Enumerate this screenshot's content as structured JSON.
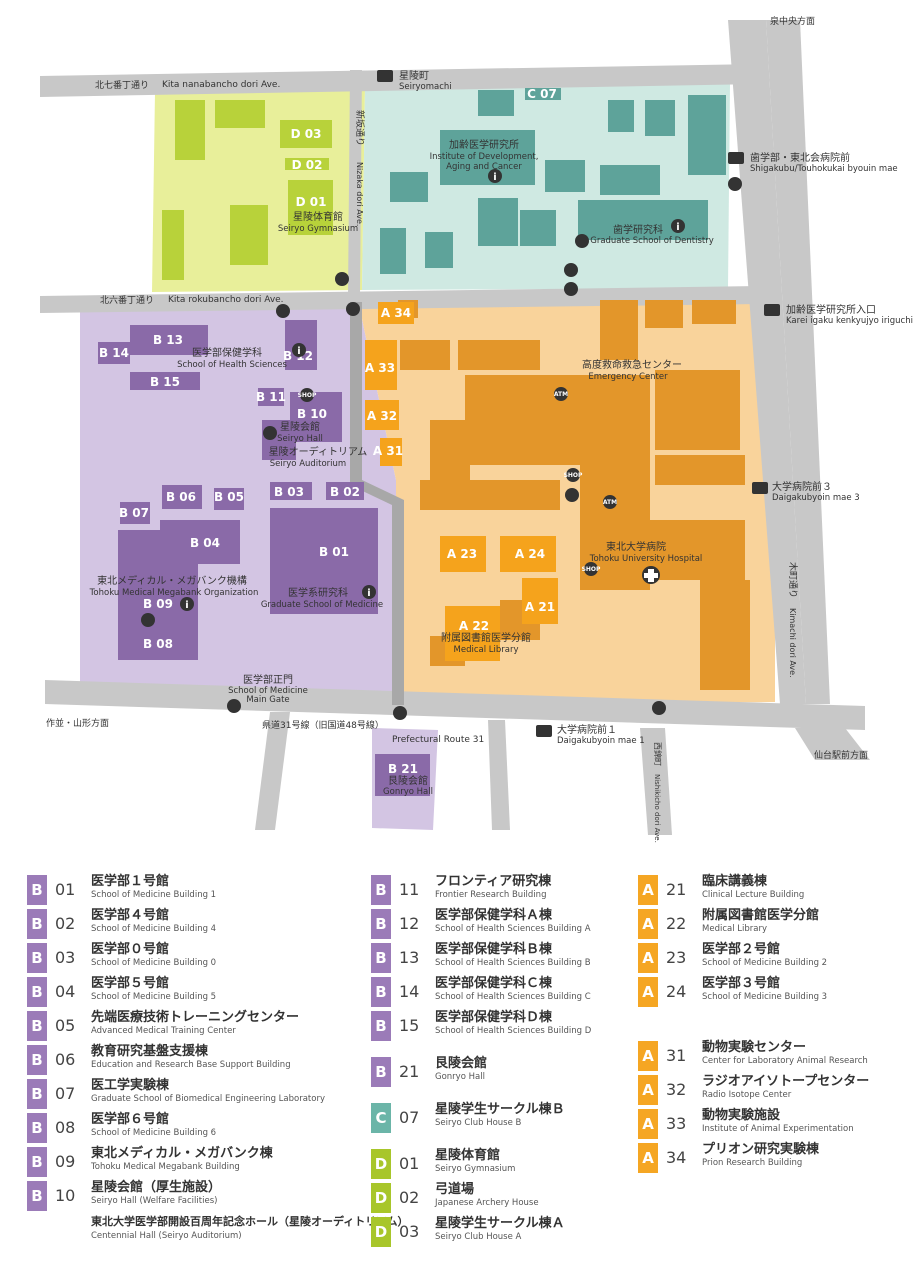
{
  "colors": {
    "A": "#f5a623",
    "B": "#9b7bb8",
    "C": "#6bb5a8",
    "D": "#a8c62a",
    "zone_A": "#f9d39b",
    "zone_B": "#d3c5e3",
    "zone_C": "#cfe9e2",
    "zone_D": "#e8ef9a",
    "bld_A": "#e3962a",
    "bld_A2": "#f5a31c",
    "bld_B": "#8a6aa8",
    "bld_C": "#5ea39a",
    "bld_D": "#b8d23a",
    "road": "#c8c8c8",
    "text_dark": "#333333"
  },
  "map": {
    "directions": {
      "north": "泉中央方面",
      "southwest": "作並・山形方面",
      "southeast": "仙台駅前方面"
    },
    "roads": {
      "kita7_jp": "北七番丁通り",
      "kita7_en": "Kita nanabancho dori Ave.",
      "kita6_jp": "北六番丁通り",
      "kita6_en": "Kita rokubancho dori Ave.",
      "nizaka_jp": "新坂通り",
      "nizaka_en": "Nizaka dori Ave.",
      "kimachi_jp": "木町通り",
      "kimachi_en": "Kimachi dori Ave.",
      "route31_jp": "県道31号線（旧国道48号線）",
      "route31_en": "Prefectural Route 31",
      "nishikicho_jp": "西錦町",
      "nishikicho_en": "Nishikicho dori Ave."
    },
    "bus_stops": [
      {
        "jp": "星陵町",
        "en": "Seiryomachi"
      },
      {
        "jp": "歯学部・東北会病院前",
        "en": "Shigakubu/Touhokukai byouin mae"
      },
      {
        "jp": "加齢医学研究所入口",
        "en": "Karei igaku kenkyujyo iriguchi"
      },
      {
        "jp": "大学病院前３",
        "en": "Daigakubyoin mae 3"
      },
      {
        "jp": "大学病院前１",
        "en": "Daigakubyoin mae 1"
      }
    ],
    "facilities": {
      "idac_jp": "加齢医学研究所",
      "idac_en1": "Institute of Development,",
      "idac_en2": "Aging and Cancer",
      "dent_jp": "歯学研究科",
      "dent_en": "Graduate School of Dentistry",
      "gym_jp": "星陵体育館",
      "gym_en": "Seiryo Gymnasium",
      "health_jp": "医学部保健学科",
      "health_en": "School of Health Sciences",
      "hall_jp": "星陵会館",
      "hall_en": "Seiryo Hall",
      "aud_jp": "星陵オーディトリアム",
      "aud_en": "Seiryo Auditorium",
      "tmm_jp": "東北メディカル・メガバンク機構",
      "tmm_en": "Tohoku Medical Megabank Organization",
      "med_jp": "医学系研究科",
      "med_en": "Graduate School of Medicine",
      "gate_jp": "医学部正門",
      "gate_en1": "School of Medicine",
      "gate_en2": "Main Gate",
      "er_jp": "高度救命救急センター",
      "er_en": "Emergency Center",
      "hosp_jp": "東北大学病院",
      "hosp_en": "Tohoku University Hospital",
      "lib_jp": "附属図書館医学分館",
      "lib_en": "Medical Library",
      "gonryo_jp": "艮陵会館",
      "gonryo_en": "Gonryo Hall"
    },
    "labels": {
      "atm": "ATM",
      "shop": "SHOP",
      "info": "i",
      "A21": "A 21",
      "A22": "A 22",
      "A23": "A 23",
      "A24": "A 24",
      "A31": "A 31",
      "A32": "A 32",
      "A33": "A 33",
      "A34": "A 34",
      "B01": "B 01",
      "B02": "B 02",
      "B03": "B 03",
      "B04": "B 04",
      "B05": "B 05",
      "B06": "B 06",
      "B07": "B 07",
      "B08": "B 08",
      "B09": "B 09",
      "B10": "B 10",
      "B11": "B 11",
      "B12": "B 12",
      "B13": "B 13",
      "B14": "B 14",
      "B15": "B 15",
      "B21": "B 21",
      "C07": "C 07",
      "D01": "D 01",
      "D02": "D 02",
      "D03": "D 03"
    }
  },
  "legend": {
    "col1": [
      {
        "zone": "B",
        "num": "01",
        "jp": "医学部１号館",
        "en": "School of Medicine Building 1"
      },
      {
        "zone": "B",
        "num": "02",
        "jp": "医学部４号館",
        "en": "School of Medicine Building 4"
      },
      {
        "zone": "B",
        "num": "03",
        "jp": "医学部０号館",
        "en": "School of Medicine Building 0"
      },
      {
        "zone": "B",
        "num": "04",
        "jp": "医学部５号館",
        "en": "School of Medicine Building 5"
      },
      {
        "zone": "B",
        "num": "05",
        "jp": "先端医療技術トレーニングセンター",
        "en": "Advanced Medical Training Center"
      },
      {
        "zone": "B",
        "num": "06",
        "jp": "教育研究基盤支援棟",
        "en": "Education and Research Base Support Building"
      },
      {
        "zone": "B",
        "num": "07",
        "jp": "医工学実験棟",
        "en": "Graduate School of Biomedical Engineering Laboratory"
      },
      {
        "zone": "B",
        "num": "08",
        "jp": "医学部６号館",
        "en": "School of Medicine Building 6"
      },
      {
        "zone": "B",
        "num": "09",
        "jp": "東北メディカル・メガバンク棟",
        "en": "Tohoku Medical Megabank Building"
      },
      {
        "zone": "B",
        "num": "10",
        "jp": "星陵会館（厚生施設）",
        "en": "Seiryo Hall (Welfare Facilities)"
      }
    ],
    "col1_extra": {
      "jp": "東北大学医学部開設百周年記念ホール（星陵オーディトリアム）",
      "en": "Centennial Hall (Seiryo Auditorium)"
    },
    "col2_b": [
      {
        "zone": "B",
        "num": "11",
        "jp": "フロンティア研究棟",
        "en": "Frontier Research Building"
      },
      {
        "zone": "B",
        "num": "12",
        "jp": "医学部保健学科Ａ棟",
        "en": "School of Health Sciences Building A"
      },
      {
        "zone": "B",
        "num": "13",
        "jp": "医学部保健学科Ｂ棟",
        "en": "School of Health Sciences Building B"
      },
      {
        "zone": "B",
        "num": "14",
        "jp": "医学部保健学科Ｃ棟",
        "en": "School of Health Sciences Building C"
      },
      {
        "zone": "B",
        "num": "15",
        "jp": "医学部保健学科Ｄ棟",
        "en": "School of Health Sciences Building D"
      }
    ],
    "col2_b21": {
      "zone": "B",
      "num": "21",
      "jp": "艮陵会館",
      "en": "Gonryo Hall"
    },
    "col2_c": {
      "zone": "C",
      "num": "07",
      "jp": "星陵学生サークル棟Ｂ",
      "en": "Seiryo Club House B"
    },
    "col2_d": [
      {
        "zone": "D",
        "num": "01",
        "jp": "星陵体育館",
        "en": "Seiryo Gymnasium"
      },
      {
        "zone": "D",
        "num": "02",
        "jp": "弓道場",
        "en": "Japanese Archery House"
      },
      {
        "zone": "D",
        "num": "03",
        "jp": "星陵学生サークル棟Ａ",
        "en": "Seiryo Club House A"
      }
    ],
    "col3_a1": [
      {
        "zone": "A",
        "num": "21",
        "jp": "臨床講義棟",
        "en": "Clinical Lecture Building"
      },
      {
        "zone": "A",
        "num": "22",
        "jp": "附属図書館医学分館",
        "en": "Medical Library"
      },
      {
        "zone": "A",
        "num": "23",
        "jp": "医学部２号館",
        "en": "School of Medicine Building 2"
      },
      {
        "zone": "A",
        "num": "24",
        "jp": "医学部３号館",
        "en": "School of Medicine Building 3"
      }
    ],
    "col3_a2": [
      {
        "zone": "A",
        "num": "31",
        "jp": "動物実験センター",
        "en": "Center for Laboratory Animal Research"
      },
      {
        "zone": "A",
        "num": "32",
        "jp": "ラジオアイソトープセンター",
        "en": "Radio Isotope Center"
      },
      {
        "zone": "A",
        "num": "33",
        "jp": "動物実験施設",
        "en": "Institute of  Animal Experimentation"
      },
      {
        "zone": "A",
        "num": "34",
        "jp": "プリオン研究実験棟",
        "en": "Prion Research Building"
      }
    ]
  }
}
